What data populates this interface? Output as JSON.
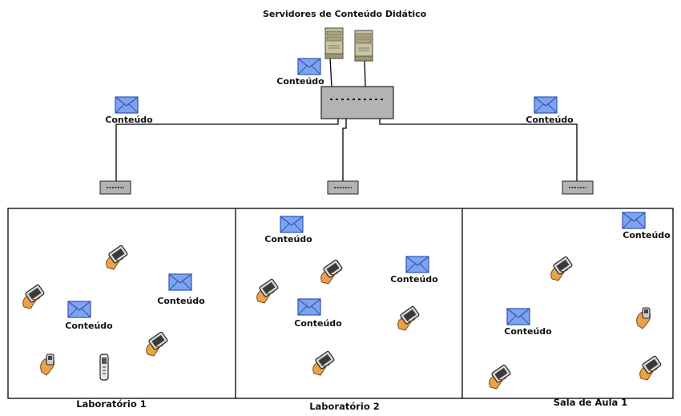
{
  "title": "Servidores de Conteúdo Didático",
  "content_label": "Conteúdo",
  "rooms": [
    {
      "name": "Laboratório 1"
    },
    {
      "name": "Laboratório 2"
    },
    {
      "name": "Sala de Aula 1"
    }
  ],
  "colors": {
    "envelope_fill": "#7ea4ee",
    "envelope_stroke": "#2f55b5",
    "server_fill": "#c9c39e",
    "switch_fill": "#b3b3b3",
    "hand_fill": "#e8a24a",
    "line": "#000000"
  }
}
